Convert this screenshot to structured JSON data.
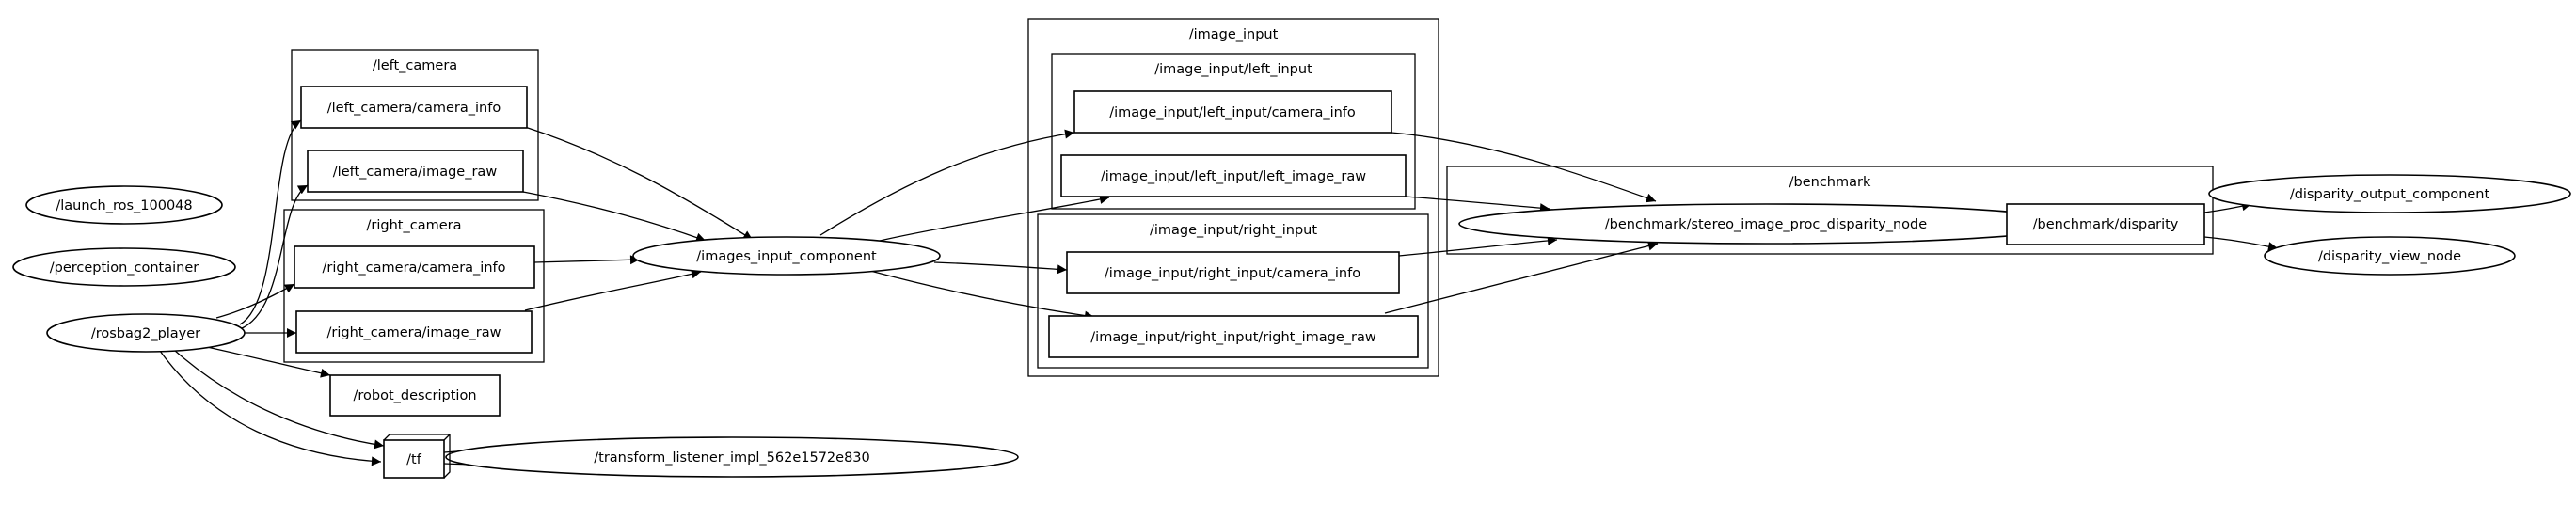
{
  "clusters": {
    "left_camera": "/left_camera",
    "right_camera": "/right_camera",
    "image_input": "/image_input",
    "image_input_left_input": "/image_input/left_input",
    "image_input_right_input": "/image_input/right_input",
    "benchmark": "/benchmark"
  },
  "nodes": {
    "launch_ros": "/launch_ros_100048",
    "perception_container": "/perception_container",
    "rosbag2_player": "/rosbag2_player",
    "left_camera_info": "/left_camera/camera_info",
    "left_image_raw": "/left_camera/image_raw",
    "right_camera_info": "/right_camera/camera_info",
    "right_image_raw": "/right_camera/image_raw",
    "robot_description": "/robot_description",
    "tf": "/tf",
    "transform_listener": "/transform_listener_impl_562e1572e830",
    "images_input_component": "/images_input_component",
    "left_input_camera_info": "/image_input/left_input/camera_info",
    "left_input_left_image_raw": "/image_input/left_input/left_image_raw",
    "right_input_camera_info": "/image_input/right_input/camera_info",
    "right_input_right_image_raw": "/image_input/right_input/right_image_raw",
    "disparity_node": "/benchmark/stereo_image_proc_disparity_node",
    "benchmark_disparity": "/benchmark/disparity",
    "disparity_output_component": "/disparity_output_component",
    "disparity_view_node": "/disparity_view_node"
  }
}
